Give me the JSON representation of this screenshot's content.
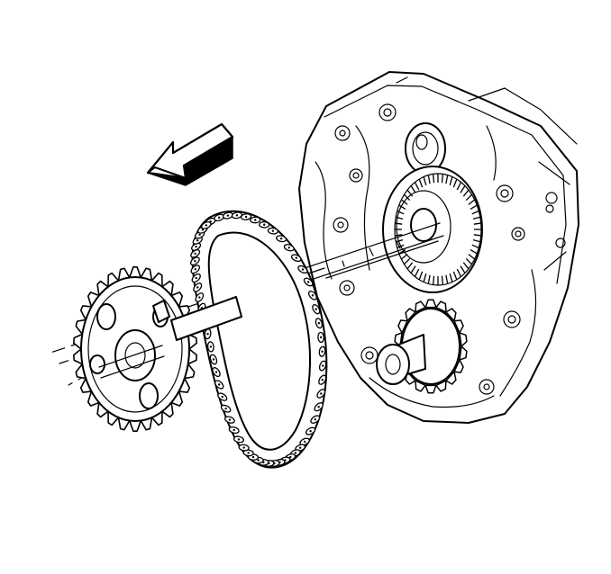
{
  "figure": {
    "background": "#ffffff",
    "ink": "#000000",
    "subject": "timing-chain-removal-illustration",
    "direction_arrow": "removal-direction-arrow",
    "parts": [
      "engine-front-block",
      "crankshaft-sprocket",
      "camshaft-sprocket",
      "timing-chain",
      "camshaft-gear",
      "alignment-shafts"
    ]
  }
}
